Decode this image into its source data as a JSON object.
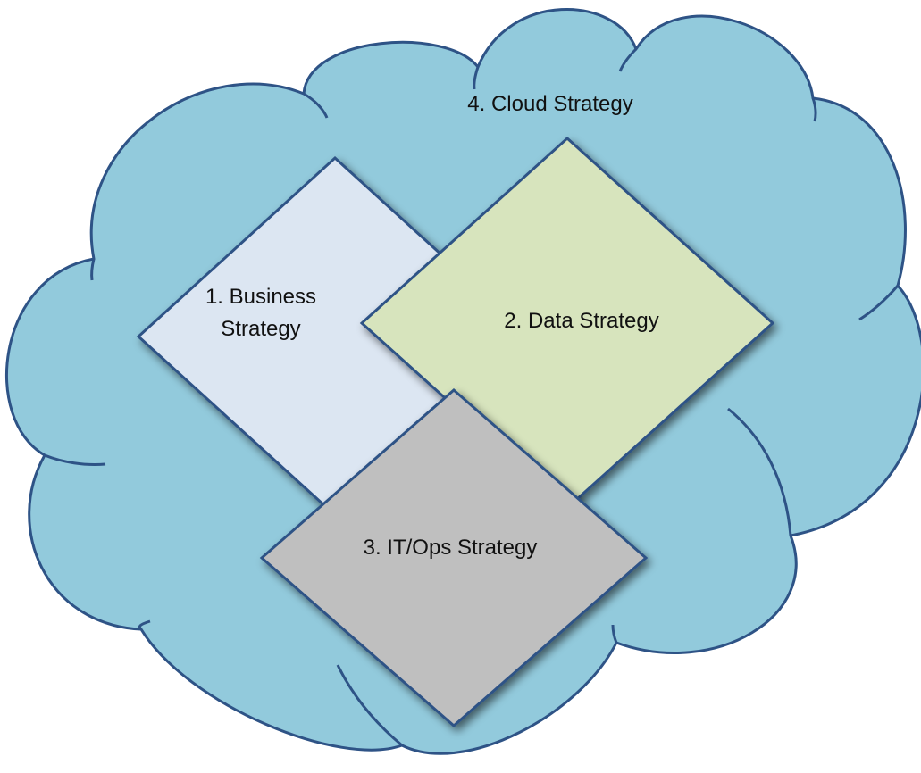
{
  "diagram": {
    "cloud": {
      "label": "4. Cloud Strategy",
      "fill": "#92cadc",
      "stroke": "#2e5386"
    },
    "business": {
      "line1": "1. Business",
      "line2": "Strategy",
      "fill": "#dce6f2"
    },
    "data": {
      "label": "2. Data Strategy",
      "fill": "#d7e4bd"
    },
    "itops": {
      "label": "3. IT/Ops Strategy",
      "fill": "#bfbfbf"
    }
  }
}
